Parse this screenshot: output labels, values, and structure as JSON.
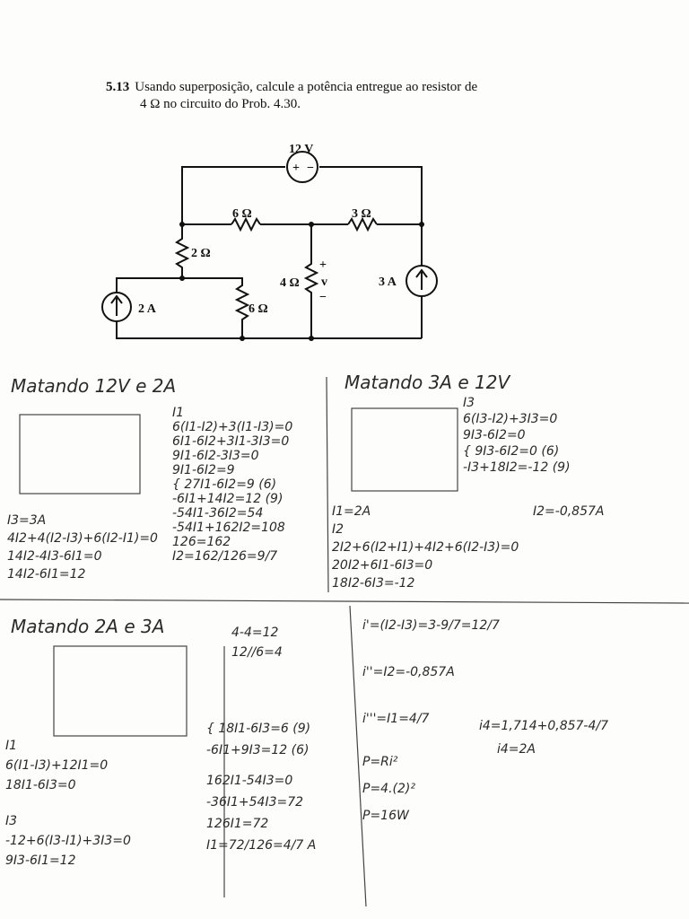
{
  "problem": {
    "number": "5.13",
    "line1": "Usando superposição, calcule a potência entregue ao resistor de",
    "line2": "4 Ω no circuito do Prob. 4.30."
  },
  "circuit": {
    "src12": "12 V",
    "plus": "+",
    "minus": "−",
    "r6top": "6 Ω",
    "r3": "3 Ω",
    "r2": "2 Ω",
    "r4": "4 Ω",
    "v": "v",
    "r6bot": "6 Ω",
    "i2a": "2 A",
    "i3a": "3 A"
  },
  "notes": {
    "h1": "Matando 12V e 2A",
    "h2": "Matando 3A e 12V",
    "h3": "Matando 2A e 3A",
    "s1": [
      "I1",
      "6(I1-I2)+3(I1-I3)=0",
      "6I1-6I2+3I1-3I3=0",
      "9I1-6I2-3I3=0",
      "9I1-6I2=9",
      "{ 27I1-6I2=9 (6)",
      "  -6I1+14I2=12 (9)",
      "-54I1-36I2=54",
      "-54I1+162I2=108",
      "126=162",
      "I2=162/126=9/7"
    ],
    "s1left": [
      "I3=3A",
      "4I2+4(I2-I3)+6(I2-I1)=0",
      "14I2-4I3-6I1=0",
      "14I2-6I1=12"
    ],
    "s2": [
      "I3",
      "6(I3-I2)+3I3=0",
      "9I3-6I2=0",
      "{ 9I3-6I2=0 (6)",
      "  -I3+18I2=-12 (9)",
      "I1=2A",
      "I2=-0,857A",
      "I2",
      "2I2+6(I2+I1)+4I2+6(I2-I3)=0",
      "20I2+6I1-6I3=0",
      "18I2-6I3=-12"
    ],
    "s3left": [
      "4-4=12",
      "12//6=4",
      "I1",
      "6(I1-I3)+12I1=0",
      "18I1-6I3=0",
      "I3",
      "-12+6(I3-I1)+3I3=0",
      "9I3-6I1=12"
    ],
    "s3mid": [
      "{ 18I1-6I3=6 (9)",
      "  -6I1+9I3=12 (6)",
      "162I1-54I3=0",
      "-36I1+54I3=72",
      "126I1=72",
      "I1=72/126=4/7 A"
    ],
    "s4": [
      "i'=(I2-I3)=3-9/7=12/7",
      "i''=I2=-0,857A",
      "i'''=I1=4/7",
      "i4=1,714+0,857-4/7",
      "i4=2A",
      "P=Ri²",
      "P=4.(2)²",
      "P=16W"
    ]
  }
}
